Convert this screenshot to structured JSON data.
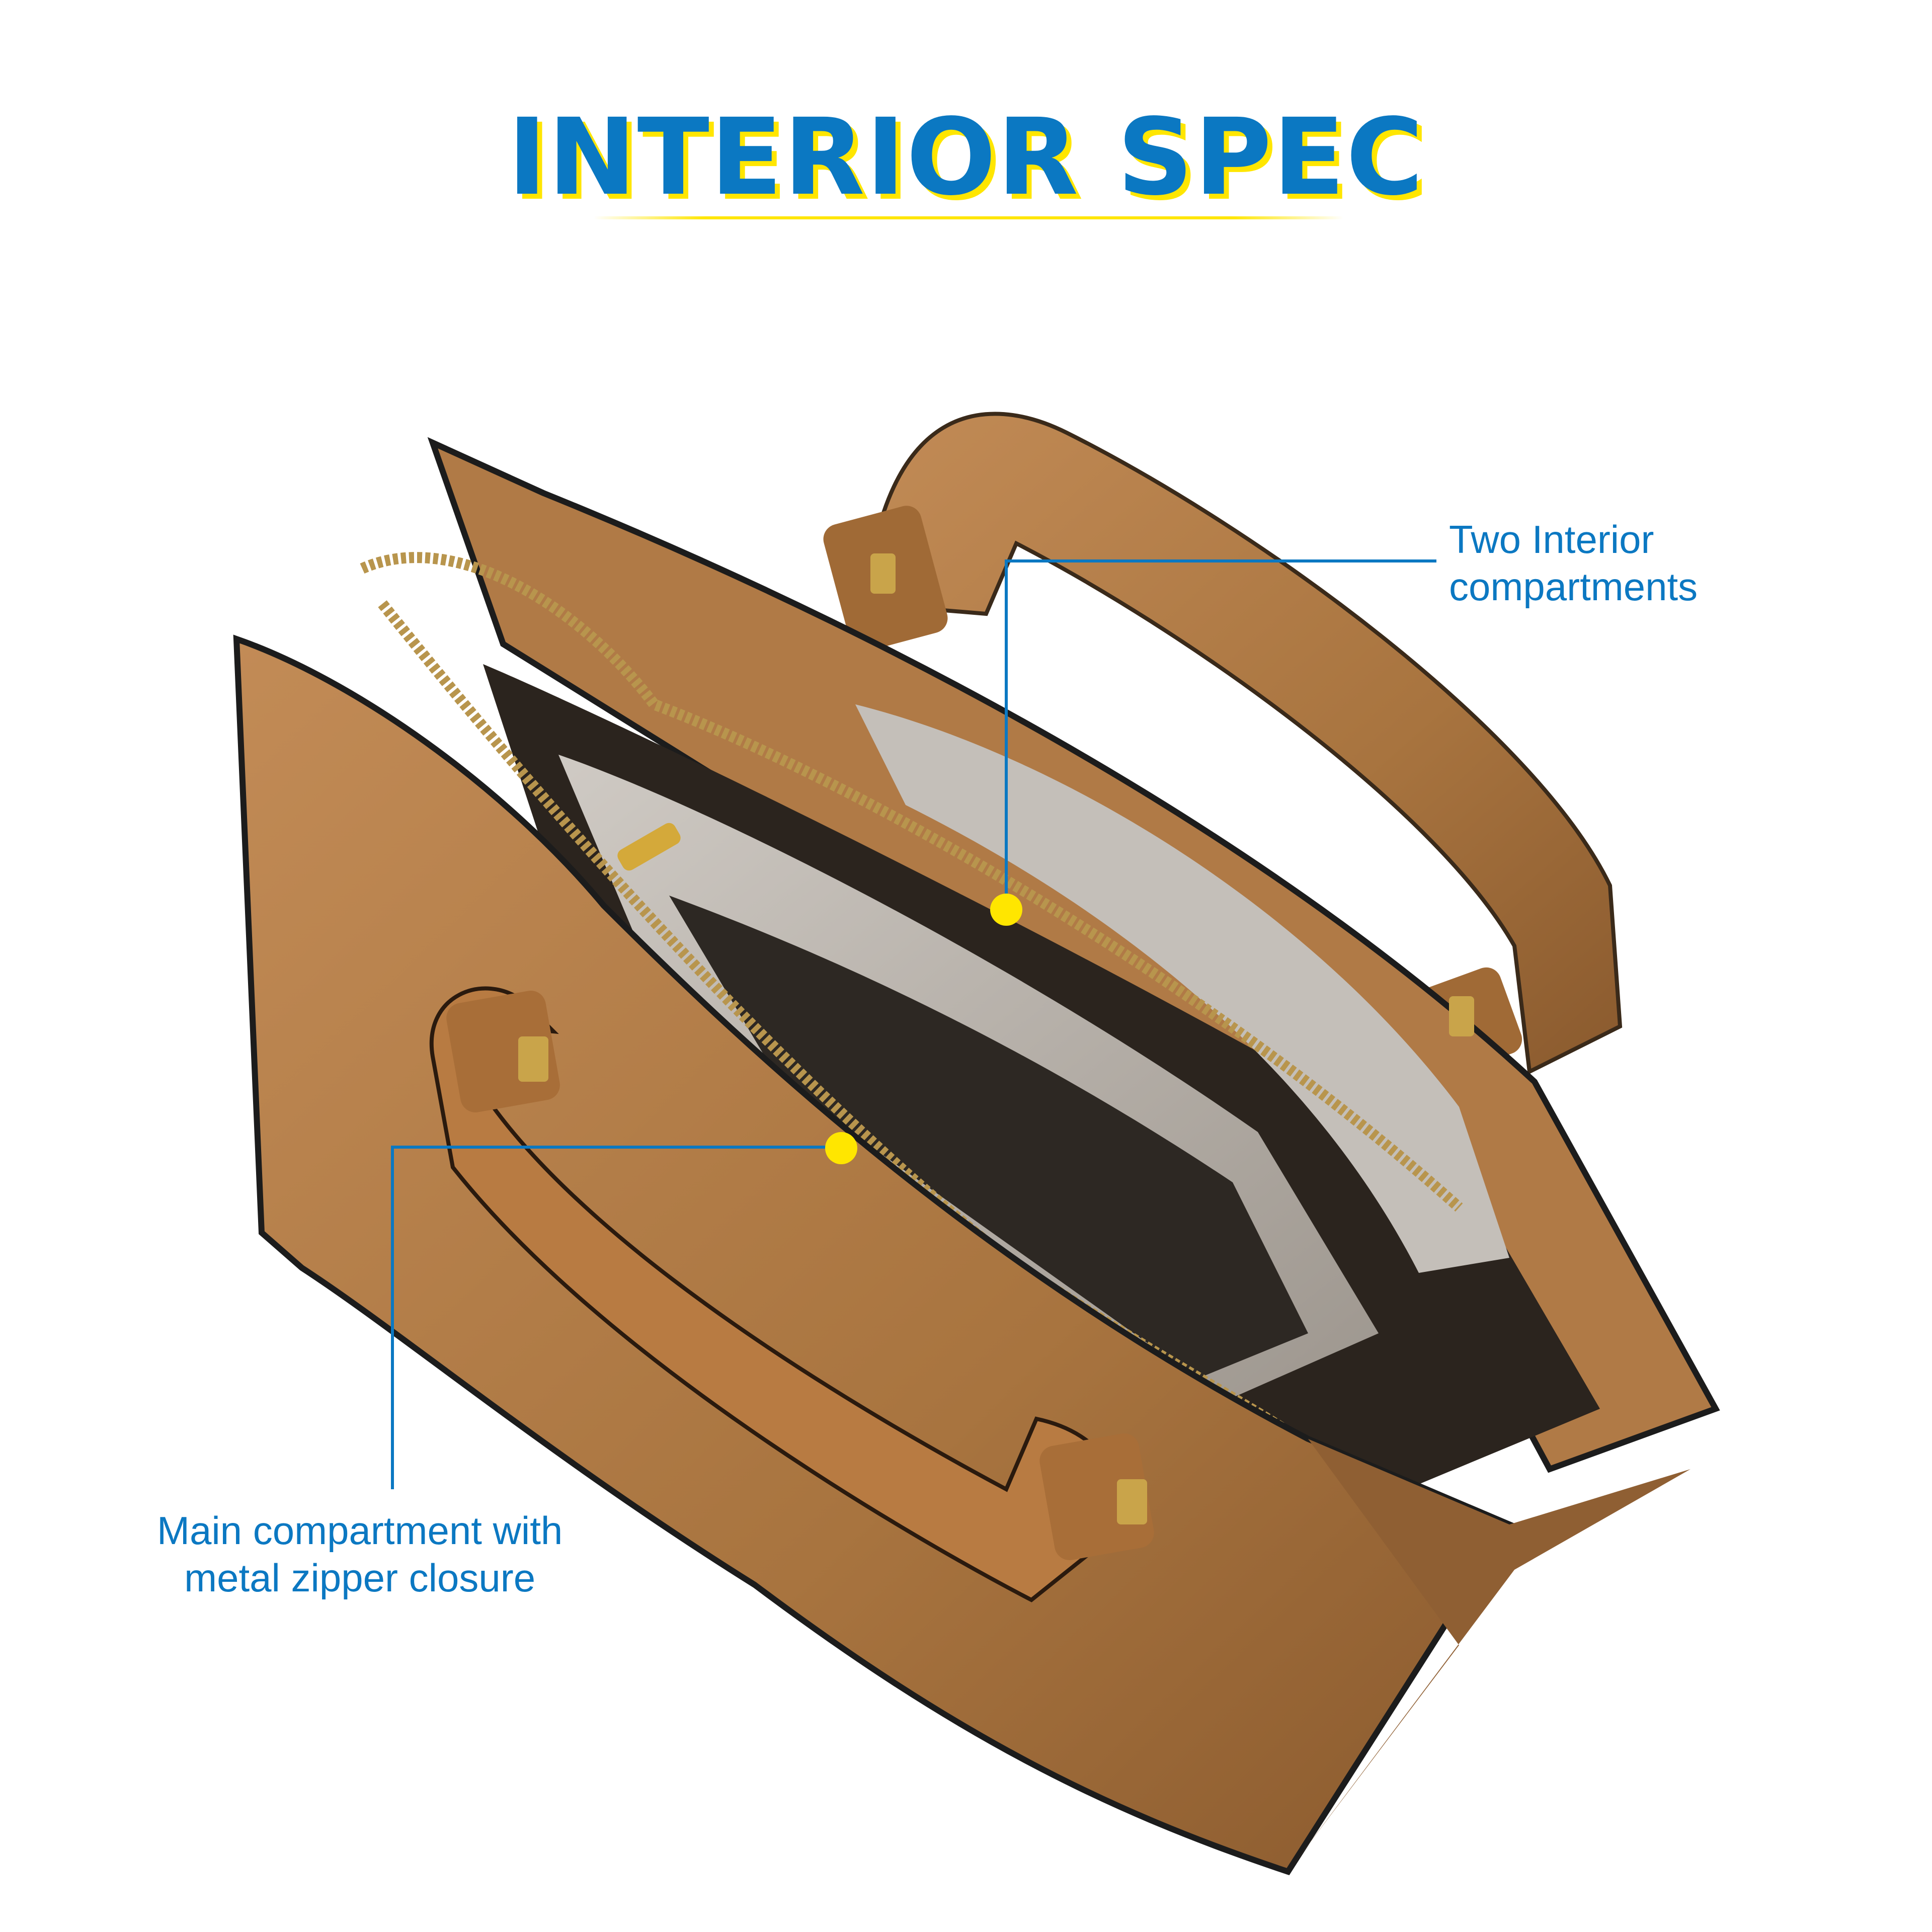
{
  "title": "INTERIOR SPEC",
  "callouts": [
    {
      "line1": "Two Interior",
      "line2": "compartments"
    },
    {
      "line1": "Main compartment with",
      "line2": "metal zipper closure"
    }
  ],
  "colors": {
    "accent_blue": "#0b78c2",
    "marker_yellow": "#ffe600",
    "leather": "#b98350",
    "lining": "#bdb7b0"
  }
}
